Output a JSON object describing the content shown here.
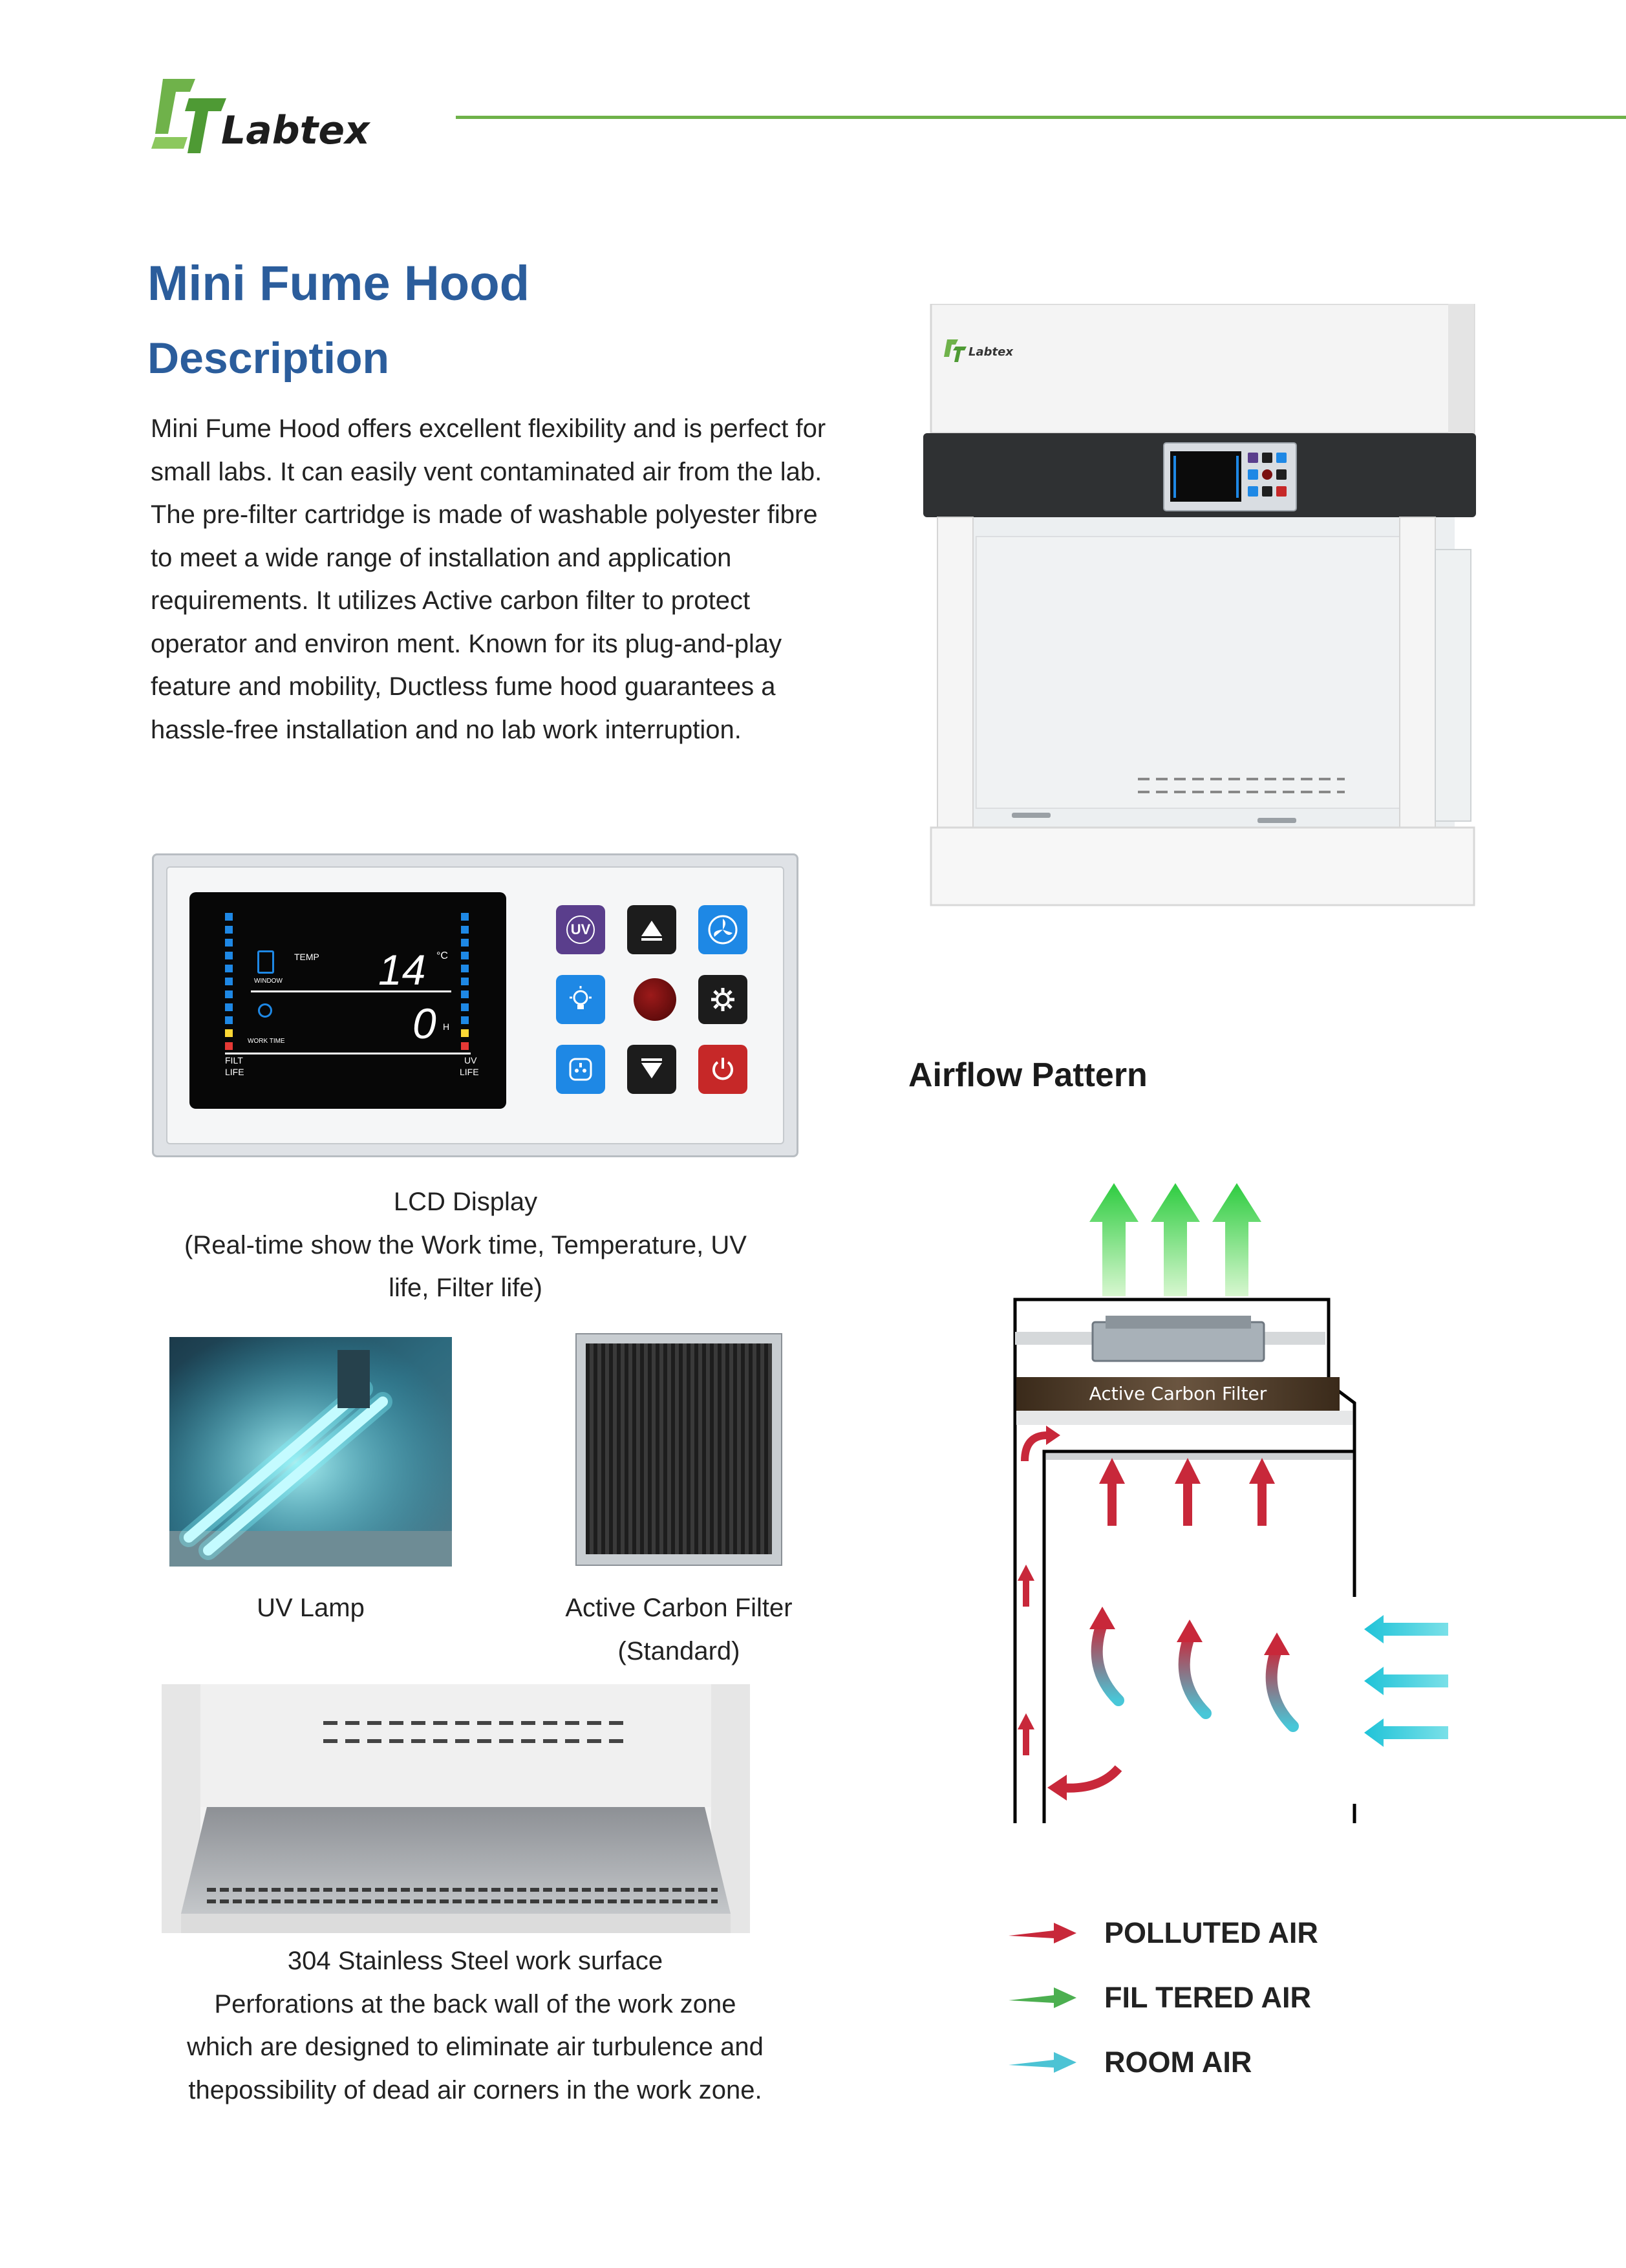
{
  "brand": {
    "name": "Labtex",
    "accent": "#6fb24a"
  },
  "title": "Mini Fume Hood",
  "description": {
    "heading": "Description",
    "lines": [
      "Mini Fume Hood offers excellent flexibility and is perfect for",
      "small labs. It can easily vent contaminated air from the lab.",
      "The pre-filter cartridge is made of washable polyester fibre",
      "to meet a wide range of installation and application",
      "requirements. It utilizes Active carbon filter to protect",
      "operator and environ ment. Known for its plug-and-play",
      "feature and mobility, Ductless fume hood guarantees a",
      "hassle-free installation and no lab work interruption."
    ]
  },
  "lcd": {
    "temp_label": "TEMP",
    "temp_value": "14",
    "temp_unit": "°C",
    "time_value": "0",
    "time_unit": "H",
    "window_label": "WINDOW",
    "work_time_label": "WORK TIME",
    "filt_label_1": "FILT",
    "filt_label_2": "LIFE",
    "uv_label_1": "UV",
    "uv_label_2": "LIFE",
    "uv_button": "UV",
    "caption_lines": [
      "LCD Display",
      "(Real-time show the Work time, Temperature, UV",
      "life, Filter life)"
    ]
  },
  "uv_lamp": {
    "caption": "UV Lamp"
  },
  "carbon_filter": {
    "caption_lines": [
      "Active Carbon Filter",
      "(Standard)"
    ]
  },
  "work_surface": {
    "caption_lines": [
      "304 Stainless Steel work surface",
      "Perforations at the back wall of the work zone",
      "which are designed to eliminate air turbulence and",
      "thepossibility of dead air corners in the work zone."
    ]
  },
  "airflow": {
    "heading": "Airflow Pattern",
    "filter_label": "Active Carbon Filter",
    "legend": [
      {
        "label": "POLLUTED AIR",
        "color": "#c8283a"
      },
      {
        "label": "FIL TERED AIR",
        "color": "#4caf50"
      },
      {
        "label": "ROOM AIR",
        "color": "#4cc3d4"
      }
    ]
  }
}
